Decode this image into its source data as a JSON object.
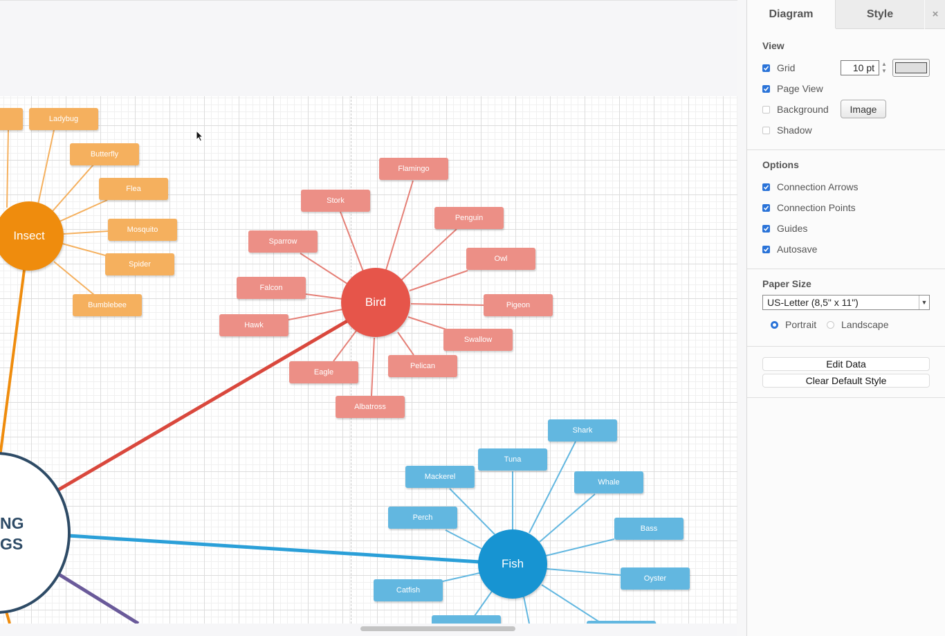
{
  "diagram": {
    "insect": {
      "hub": "Insect",
      "items": [
        "",
        "Ladybug",
        "Butterfly",
        "Flea",
        "Mosquito",
        "Spider",
        "Bumblebee"
      ]
    },
    "bird": {
      "hub": "Bird",
      "items": [
        "Flamingo",
        "Stork",
        "Penguin",
        "Sparrow",
        "Owl",
        "Falcon",
        "Pigeon",
        "Hawk",
        "Swallow",
        "Pelican",
        "Eagle",
        "Albatross"
      ]
    },
    "fish": {
      "hub": "Fish",
      "items": [
        "Shark",
        "Tuna",
        "Mackerel",
        "Whale",
        "Perch",
        "Bass",
        "Oyster",
        "Catfish",
        "",
        ""
      ]
    },
    "root": {
      "line1": "NG",
      "line2": "GS"
    }
  },
  "colors": {
    "insect_hub": "#ef8c0d",
    "insect_node": "#f5b05e",
    "bird_hub": "#e6554a",
    "bird_node": "#ec8f86",
    "fish_hub": "#1794d2",
    "fish_node": "#62b7e0",
    "root_border": "#2e4b66",
    "accent": "#2a73d8"
  },
  "panel": {
    "tabs": {
      "diagram": "Diagram",
      "style": "Style"
    },
    "close_icon": "×",
    "view": {
      "title": "View",
      "grid_label": "Grid",
      "grid_checked": true,
      "grid_size": "10 pt",
      "page_view_label": "Page View",
      "page_view_checked": true,
      "background_label": "Background",
      "background_checked": false,
      "image_button": "Image",
      "shadow_label": "Shadow",
      "shadow_checked": false
    },
    "options": {
      "title": "Options",
      "connection_arrows": "Connection Arrows",
      "connection_points": "Connection Points",
      "guides": "Guides",
      "autosave": "Autosave"
    },
    "paper": {
      "title": "Paper Size",
      "selected": "US-Letter (8,5\" x 11\")",
      "portrait": "Portrait",
      "landscape": "Landscape",
      "orientation": "portrait"
    },
    "buttons": {
      "edit_data": "Edit Data",
      "clear_default_style": "Clear Default Style"
    }
  }
}
